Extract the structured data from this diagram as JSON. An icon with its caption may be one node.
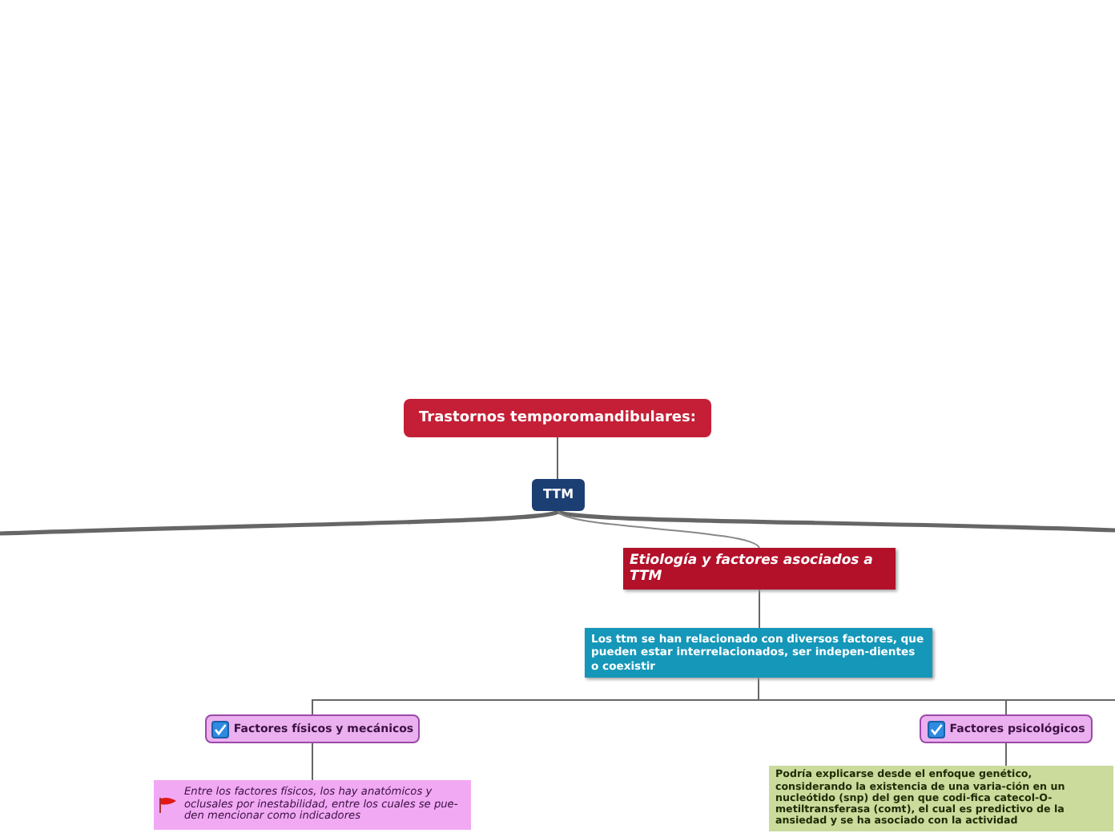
{
  "diagram": {
    "nodes": [
      {
        "text": [
          "Trastornos temporomandibulares:"
        ]
      },
      {
        "text": [
          "TTM"
        ]
      },
      {
        "text": [
          "Etiología y factores asociados a TTM"
        ]
      },
      {
        "text": [
          "Los ttm se han relacionado con diversos factores, que pueden estar interrelacionados, ser indepen-dientes o coexistir"
        ]
      },
      {
        "text": [
          "Factores físicos y mecánicos"
        ]
      },
      {
        "text": [
          "Entre los factores físicos, los hay anatómicos y oclusales por inestabilidad, entre los cuales se pue-den mencionar como indicadores"
        ]
      },
      {
        "text": [
          "Factores psicológicos"
        ]
      },
      {
        "text": [
          "Podría explicarse desde el enfoque genético, considerando la existencia de una varia-ción en un nucleótido (snp) del gen que codi-fica catecol-O-metiltransferasa (comt), el cual es predictivo de la ansiedad y se ha asociado con la actividad"
        ]
      }
    ],
    "edges": [
      {
        "from": 0,
        "to": 1,
        "arrow": "none"
      },
      {
        "from": 1,
        "to": null,
        "arrow": "none",
        "style": "thick"
      },
      {
        "from": 1,
        "to": null,
        "arrow": "none",
        "style": "thick"
      },
      {
        "from": 1,
        "to": 2,
        "arrow": "none"
      },
      {
        "from": 2,
        "to": 3,
        "arrow": "none"
      },
      {
        "from": 3,
        "to": 4,
        "arrow": "none"
      },
      {
        "from": 3,
        "to": 6,
        "arrow": "none"
      },
      {
        "from": 3,
        "to": null,
        "arrow": "none"
      },
      {
        "from": 4,
        "to": 5,
        "arrow": "none"
      },
      {
        "from": 6,
        "to": 7,
        "arrow": "none"
      }
    ]
  }
}
